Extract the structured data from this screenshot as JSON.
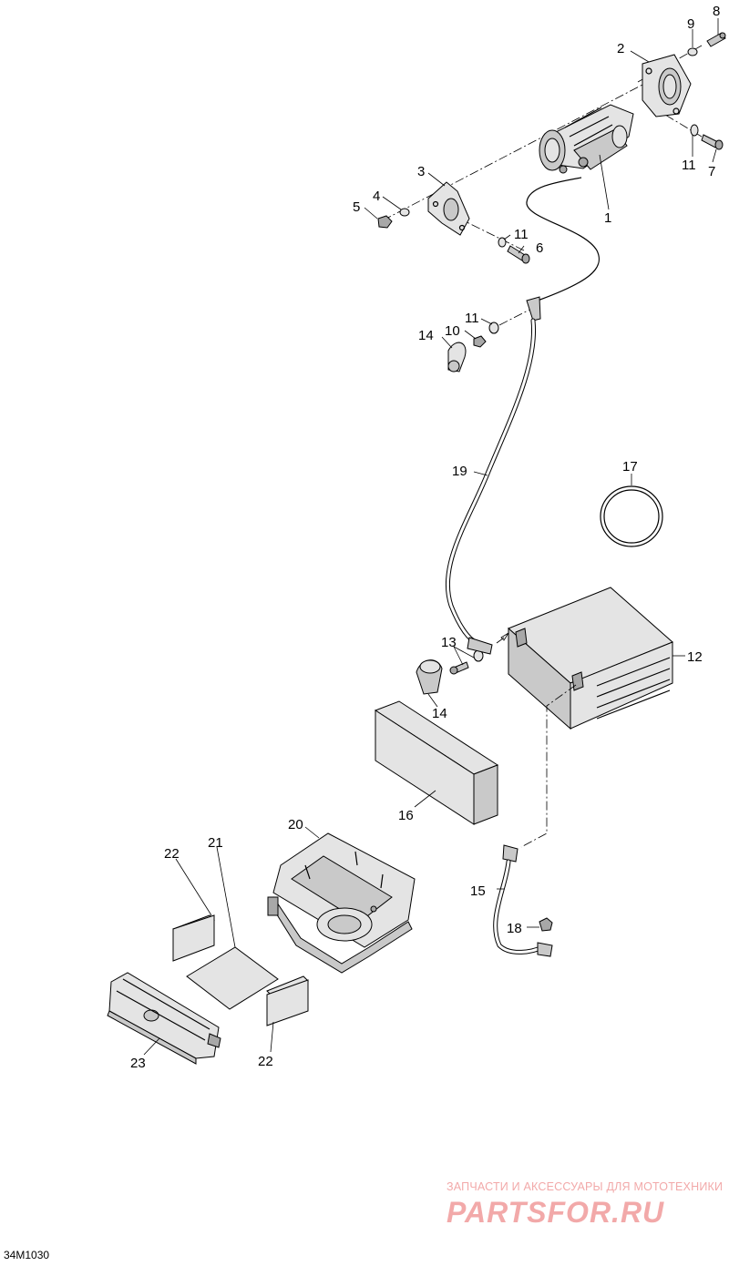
{
  "diagram": {
    "callouts": [
      "1",
      "2",
      "3",
      "4",
      "5",
      "6",
      "7",
      "8",
      "9",
      "10",
      "11",
      "11",
      "11",
      "12",
      "13",
      "14",
      "14",
      "15",
      "16",
      "17",
      "18",
      "19",
      "20",
      "21",
      "22",
      "22",
      "23"
    ]
  },
  "footer": {
    "code": "34M1030"
  },
  "watermark": {
    "tagline": "ЗАПЧАСТИ И АКСЕССУАРЫ ДЛЯ МОТОТЕХНИКИ",
    "logo": "PARTSFOR.RU",
    "color": "#f2a9a9"
  }
}
